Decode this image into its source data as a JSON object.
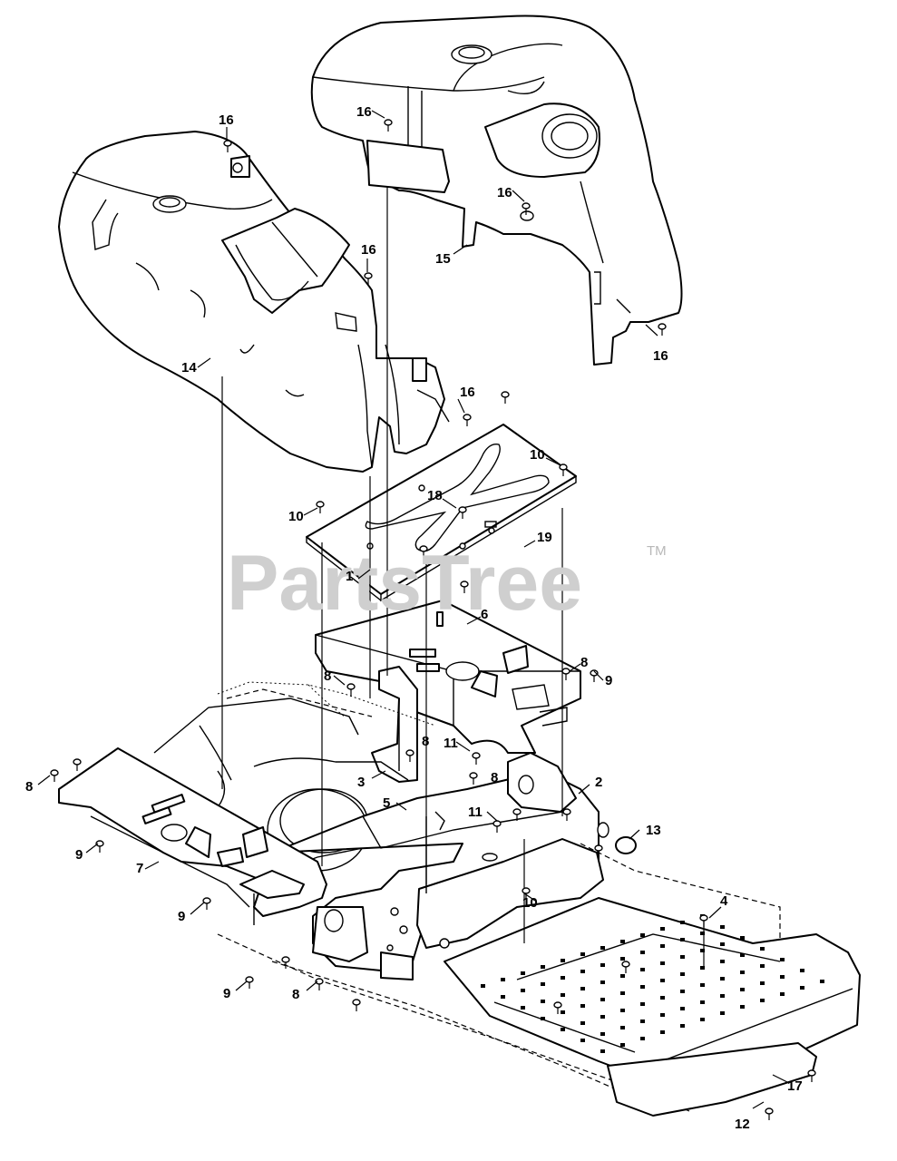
{
  "watermark": {
    "text": "PartsTree",
    "trademark": "TM"
  },
  "callouts": [
    {
      "id": "c16a",
      "label": "16"
    },
    {
      "id": "c16b",
      "label": "16"
    },
    {
      "id": "c16c",
      "label": "16"
    },
    {
      "id": "c16d",
      "label": "16"
    },
    {
      "id": "c16e",
      "label": "16"
    },
    {
      "id": "c16f",
      "label": "16"
    },
    {
      "id": "c15",
      "label": "15"
    },
    {
      "id": "c14",
      "label": "14"
    },
    {
      "id": "c10a",
      "label": "10"
    },
    {
      "id": "c10b",
      "label": "10"
    },
    {
      "id": "c10c",
      "label": "10"
    },
    {
      "id": "c18",
      "label": "18"
    },
    {
      "id": "c19",
      "label": "19"
    },
    {
      "id": "c1",
      "label": "1"
    },
    {
      "id": "c6",
      "label": "6"
    },
    {
      "id": "c8a",
      "label": "8"
    },
    {
      "id": "c8b",
      "label": "8"
    },
    {
      "id": "c8c",
      "label": "8"
    },
    {
      "id": "c8d",
      "label": "8"
    },
    {
      "id": "c8e",
      "label": "8"
    },
    {
      "id": "c8f",
      "label": "8"
    },
    {
      "id": "c9a",
      "label": "9"
    },
    {
      "id": "c9b",
      "label": "9"
    },
    {
      "id": "c9c",
      "label": "9"
    },
    {
      "id": "c9d",
      "label": "9"
    },
    {
      "id": "c11a",
      "label": "11"
    },
    {
      "id": "c11b",
      "label": "11"
    },
    {
      "id": "c3",
      "label": "3"
    },
    {
      "id": "c5",
      "label": "5"
    },
    {
      "id": "c2",
      "label": "2"
    },
    {
      "id": "c13",
      "label": "13"
    },
    {
      "id": "c7",
      "label": "7"
    },
    {
      "id": "c4",
      "label": "4"
    },
    {
      "id": "c17",
      "label": "17"
    },
    {
      "id": "c12",
      "label": "12"
    }
  ]
}
